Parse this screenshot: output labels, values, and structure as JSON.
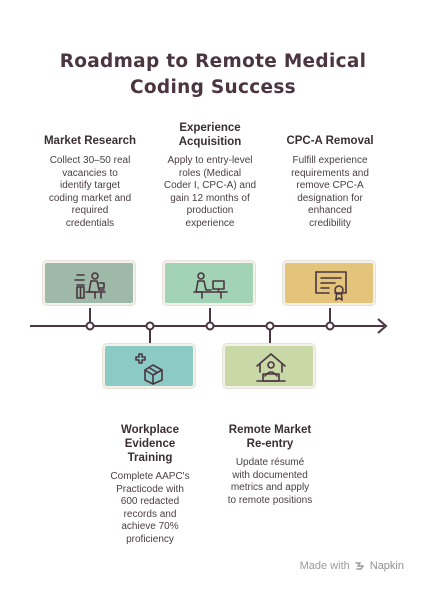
{
  "title": {
    "line1": "Roadmap to Remote Medical",
    "line2": "Coding Success"
  },
  "steps": [
    {
      "heading": [
        "Market Research"
      ],
      "description": [
        "Collect 30–50 real",
        "vacancies to",
        "identify target",
        "coding market and",
        "required",
        "credentials"
      ],
      "icon": "worker-at-desk-icon",
      "color": "#9fb9a8"
    },
    {
      "heading": [
        "Workplace",
        "Evidence",
        "Training"
      ],
      "description": [
        "Complete AAPC's",
        "Practicode with",
        "600 redacted",
        "records and",
        "achieve 70%",
        "proficiency"
      ],
      "icon": "medical-box-icon",
      "color": "#8ccac6"
    },
    {
      "heading": [
        "Experience",
        "Acquisition"
      ],
      "description": [
        "Apply to entry-level",
        "roles (Medical",
        "Coder I, CPC-A) and",
        "gain 12 months of",
        "production",
        "experience"
      ],
      "icon": "worker-at-desk-icon",
      "color": "#a3d3b5"
    },
    {
      "heading": [
        "Remote Market",
        "Re-entry"
      ],
      "description": [
        "Update résumé",
        "with documented",
        "metrics and apply",
        "to remote positions"
      ],
      "icon": "home-office-icon",
      "color": "#c8d8a6"
    },
    {
      "heading": [
        "CPC-A Removal"
      ],
      "description": [
        "Fulfill experience",
        "requirements and",
        "remove CPC-A",
        "designation for",
        "enhanced",
        "credibility"
      ],
      "icon": "certificate-icon",
      "color": "#e3c47a"
    }
  ],
  "footer": {
    "made_with": "Made with",
    "brand": "Napkin"
  }
}
